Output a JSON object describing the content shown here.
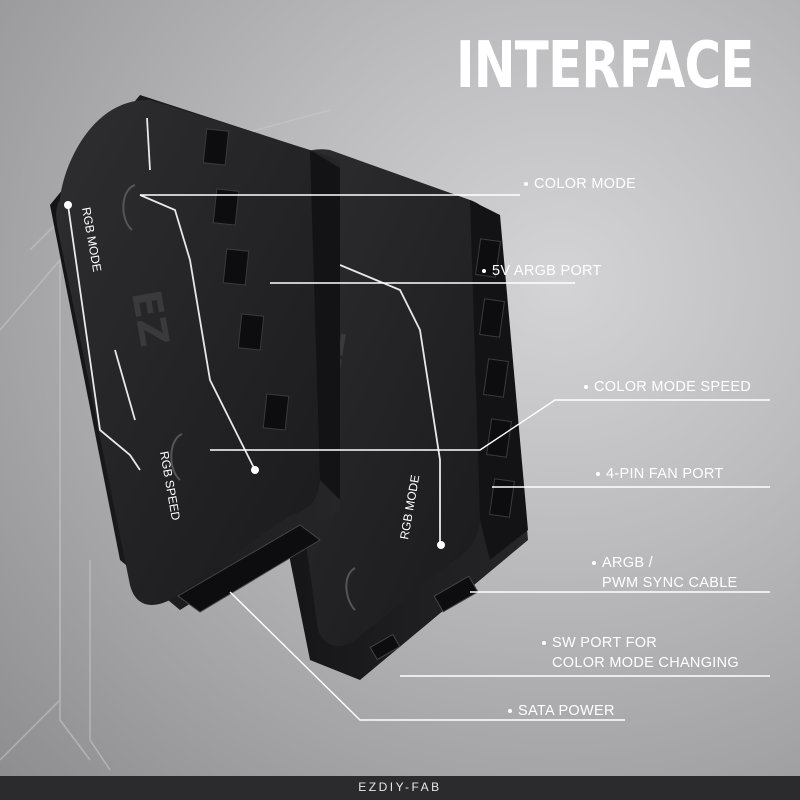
{
  "title": "INTERFACE",
  "hub_labels": {
    "rgb_mode": "RGB MODE",
    "rgb_speed": "RGB SPEED"
  },
  "callouts": {
    "color_mode": "COLOR MODE",
    "argb_port": "5V ARGB PORT",
    "color_mode_speed": "COLOR MODE SPEED",
    "fan_port": "4-PIN FAN PORT",
    "sync_cable_line1": "ARGB /",
    "sync_cable_line2": "PWM SYNC CABLE",
    "sw_port_line1": "SW PORT FOR",
    "sw_port_line2": "COLOR MODE CHANGING",
    "sata_power": "SATA POWER"
  },
  "footer": {
    "brand": "EZDIY-FAB"
  },
  "colors": {
    "hub_body": "#1e1e20",
    "hub_top": "#2c2c2e",
    "accent": "#ffffff",
    "footer_bg": "#2b2b2d"
  }
}
